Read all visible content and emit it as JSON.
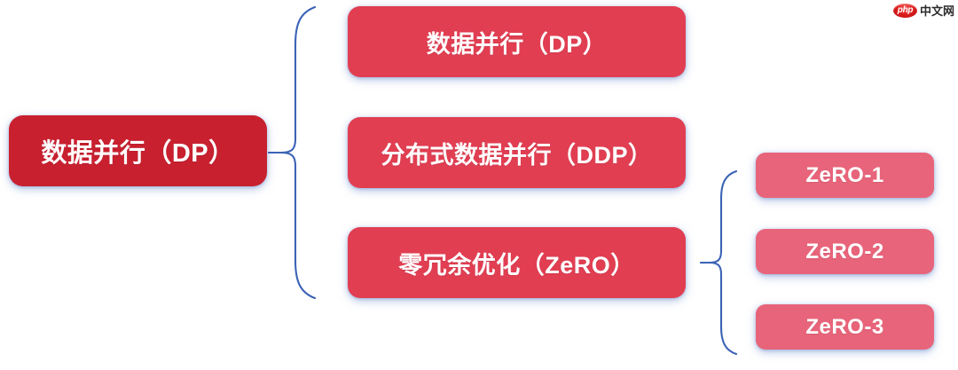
{
  "diagram": {
    "type": "tree-mindmap",
    "background_color": "#ffffff",
    "root": {
      "label": "数据并行（DP）",
      "color": "#c8202f"
    },
    "children": [
      {
        "label": "数据并行（DP）",
        "color": "#e13e52"
      },
      {
        "label": "分布式数据并行（DDP）",
        "color": "#e13e52"
      },
      {
        "label": "零冗余优化（ZeRO）",
        "color": "#e13e52"
      }
    ],
    "leaves": [
      {
        "label": "ZeRO-1",
        "color": "#e8647a"
      },
      {
        "label": "ZeRO-2",
        "color": "#e8647a"
      },
      {
        "label": "ZeRO-3",
        "color": "#e8647a"
      }
    ],
    "connectors": [
      {
        "name": "main-brace",
        "shape": "curly-brace-left",
        "color": "#3b63b5"
      },
      {
        "name": "zero-brace",
        "shape": "curly-brace-left",
        "color": "#3b63b5"
      }
    ]
  },
  "watermark": {
    "logo_text": "php",
    "site_text": "中文网",
    "logo_color": "#e01f1f"
  }
}
